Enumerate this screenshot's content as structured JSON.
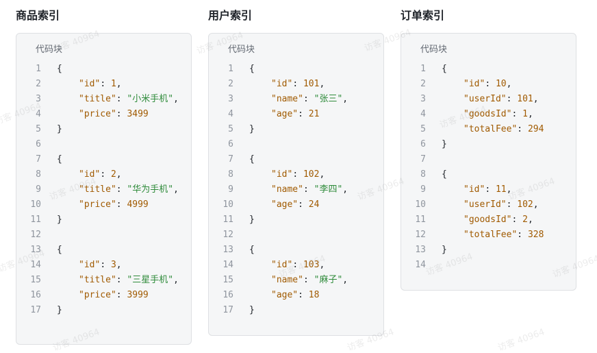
{
  "watermark": "访客 40964",
  "columns": [
    {
      "title": "商品索引",
      "block_label": "代码块",
      "lines": [
        [
          {
            "t": "punc",
            "v": "{"
          }
        ],
        [
          {
            "t": "indent"
          },
          {
            "t": "key",
            "v": "\"id\""
          },
          {
            "t": "punc",
            "v": ": "
          },
          {
            "t": "num",
            "v": "1"
          },
          {
            "t": "punc",
            "v": ","
          }
        ],
        [
          {
            "t": "indent"
          },
          {
            "t": "key",
            "v": "\"title\""
          },
          {
            "t": "punc",
            "v": ": "
          },
          {
            "t": "str",
            "v": "\"小米手机\""
          },
          {
            "t": "punc",
            "v": ","
          }
        ],
        [
          {
            "t": "indent"
          },
          {
            "t": "key",
            "v": "\"price\""
          },
          {
            "t": "punc",
            "v": ": "
          },
          {
            "t": "num",
            "v": "3499"
          }
        ],
        [
          {
            "t": "punc",
            "v": "}"
          }
        ],
        [],
        [
          {
            "t": "punc",
            "v": "{"
          }
        ],
        [
          {
            "t": "indent"
          },
          {
            "t": "key",
            "v": "\"id\""
          },
          {
            "t": "punc",
            "v": ": "
          },
          {
            "t": "num",
            "v": "2"
          },
          {
            "t": "punc",
            "v": ","
          }
        ],
        [
          {
            "t": "indent"
          },
          {
            "t": "key",
            "v": "\"title\""
          },
          {
            "t": "punc",
            "v": ": "
          },
          {
            "t": "str",
            "v": "\"华为手机\""
          },
          {
            "t": "punc",
            "v": ","
          }
        ],
        [
          {
            "t": "indent"
          },
          {
            "t": "key",
            "v": "\"price\""
          },
          {
            "t": "punc",
            "v": ": "
          },
          {
            "t": "num",
            "v": "4999"
          }
        ],
        [
          {
            "t": "punc",
            "v": "}"
          }
        ],
        [],
        [
          {
            "t": "punc",
            "v": "{"
          }
        ],
        [
          {
            "t": "indent"
          },
          {
            "t": "key",
            "v": "\"id\""
          },
          {
            "t": "punc",
            "v": ": "
          },
          {
            "t": "num",
            "v": "3"
          },
          {
            "t": "punc",
            "v": ","
          }
        ],
        [
          {
            "t": "indent"
          },
          {
            "t": "key",
            "v": "\"title\""
          },
          {
            "t": "punc",
            "v": ": "
          },
          {
            "t": "str",
            "v": "\"三星手机\""
          },
          {
            "t": "punc",
            "v": ","
          }
        ],
        [
          {
            "t": "indent"
          },
          {
            "t": "key",
            "v": "\"price\""
          },
          {
            "t": "punc",
            "v": ": "
          },
          {
            "t": "num",
            "v": "3999"
          }
        ],
        [
          {
            "t": "punc",
            "v": "}"
          }
        ]
      ]
    },
    {
      "title": "用户索引",
      "block_label": "代码块",
      "lines": [
        [
          {
            "t": "punc",
            "v": "{"
          }
        ],
        [
          {
            "t": "indent"
          },
          {
            "t": "key",
            "v": "\"id\""
          },
          {
            "t": "punc",
            "v": ": "
          },
          {
            "t": "num",
            "v": "101"
          },
          {
            "t": "punc",
            "v": ","
          }
        ],
        [
          {
            "t": "indent"
          },
          {
            "t": "key",
            "v": "\"name\""
          },
          {
            "t": "punc",
            "v": ": "
          },
          {
            "t": "str",
            "v": "\"张三\""
          },
          {
            "t": "punc",
            "v": ","
          }
        ],
        [
          {
            "t": "indent"
          },
          {
            "t": "key",
            "v": "\"age\""
          },
          {
            "t": "punc",
            "v": ": "
          },
          {
            "t": "num",
            "v": "21"
          }
        ],
        [
          {
            "t": "punc",
            "v": "}"
          }
        ],
        [],
        [
          {
            "t": "punc",
            "v": "{"
          }
        ],
        [
          {
            "t": "indent"
          },
          {
            "t": "key",
            "v": "\"id\""
          },
          {
            "t": "punc",
            "v": ": "
          },
          {
            "t": "num",
            "v": "102"
          },
          {
            "t": "punc",
            "v": ","
          }
        ],
        [
          {
            "t": "indent"
          },
          {
            "t": "key",
            "v": "\"name\""
          },
          {
            "t": "punc",
            "v": ": "
          },
          {
            "t": "str",
            "v": "\"李四\""
          },
          {
            "t": "punc",
            "v": ","
          }
        ],
        [
          {
            "t": "indent"
          },
          {
            "t": "key",
            "v": "\"age\""
          },
          {
            "t": "punc",
            "v": ": "
          },
          {
            "t": "num",
            "v": "24"
          }
        ],
        [
          {
            "t": "punc",
            "v": "}"
          }
        ],
        [],
        [
          {
            "t": "punc",
            "v": "{"
          }
        ],
        [
          {
            "t": "indent"
          },
          {
            "t": "key",
            "v": "\"id\""
          },
          {
            "t": "punc",
            "v": ": "
          },
          {
            "t": "num",
            "v": "103"
          },
          {
            "t": "punc",
            "v": ","
          }
        ],
        [
          {
            "t": "indent"
          },
          {
            "t": "key",
            "v": "\"name\""
          },
          {
            "t": "punc",
            "v": ": "
          },
          {
            "t": "str",
            "v": "\"麻子\""
          },
          {
            "t": "punc",
            "v": ","
          }
        ],
        [
          {
            "t": "indent"
          },
          {
            "t": "key",
            "v": "\"age\""
          },
          {
            "t": "punc",
            "v": ": "
          },
          {
            "t": "num",
            "v": "18"
          }
        ],
        [
          {
            "t": "punc",
            "v": "}"
          }
        ]
      ]
    },
    {
      "title": "订单索引",
      "block_label": "代码块",
      "lines": [
        [
          {
            "t": "punc",
            "v": "{"
          }
        ],
        [
          {
            "t": "indent"
          },
          {
            "t": "key",
            "v": "\"id\""
          },
          {
            "t": "punc",
            "v": ": "
          },
          {
            "t": "num",
            "v": "10"
          },
          {
            "t": "punc",
            "v": ","
          }
        ],
        [
          {
            "t": "indent"
          },
          {
            "t": "key",
            "v": "\"userId\""
          },
          {
            "t": "punc",
            "v": ": "
          },
          {
            "t": "num",
            "v": "101"
          },
          {
            "t": "punc",
            "v": ","
          }
        ],
        [
          {
            "t": "indent"
          },
          {
            "t": "key",
            "v": "\"goodsId\""
          },
          {
            "t": "punc",
            "v": ": "
          },
          {
            "t": "num",
            "v": "1"
          },
          {
            "t": "punc",
            "v": ","
          }
        ],
        [
          {
            "t": "indent"
          },
          {
            "t": "key",
            "v": "\"totalFee\""
          },
          {
            "t": "punc",
            "v": ": "
          },
          {
            "t": "num",
            "v": "294"
          }
        ],
        [
          {
            "t": "punc",
            "v": "}"
          }
        ],
        [],
        [
          {
            "t": "punc",
            "v": "{"
          }
        ],
        [
          {
            "t": "indent"
          },
          {
            "t": "key",
            "v": "\"id\""
          },
          {
            "t": "punc",
            "v": ": "
          },
          {
            "t": "num",
            "v": "11"
          },
          {
            "t": "punc",
            "v": ","
          }
        ],
        [
          {
            "t": "indent"
          },
          {
            "t": "key",
            "v": "\"userId\""
          },
          {
            "t": "punc",
            "v": ": "
          },
          {
            "t": "num",
            "v": "102"
          },
          {
            "t": "punc",
            "v": ","
          }
        ],
        [
          {
            "t": "indent"
          },
          {
            "t": "key",
            "v": "\"goodsId\""
          },
          {
            "t": "punc",
            "v": ": "
          },
          {
            "t": "num",
            "v": "2"
          },
          {
            "t": "punc",
            "v": ","
          }
        ],
        [
          {
            "t": "indent"
          },
          {
            "t": "key",
            "v": "\"totalFee\""
          },
          {
            "t": "punc",
            "v": ": "
          },
          {
            "t": "num",
            "v": "328"
          }
        ],
        [
          {
            "t": "punc",
            "v": "}"
          }
        ],
        []
      ]
    }
  ]
}
